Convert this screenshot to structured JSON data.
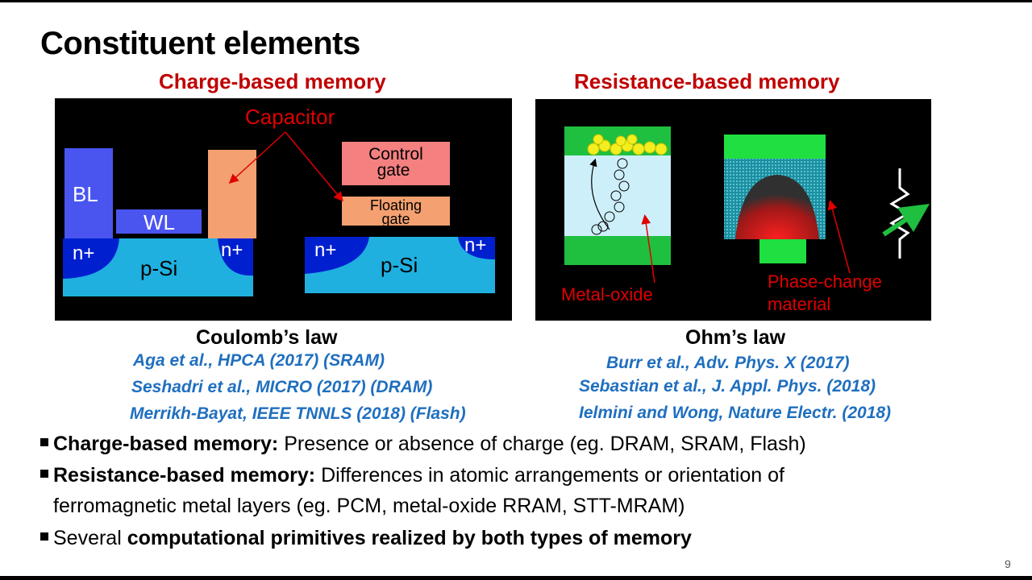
{
  "slide": {
    "title": "Constituent elements",
    "page_number": "9"
  },
  "charge": {
    "heading": "Charge-based memory",
    "law": "Coulomb’s law",
    "diagram": {
      "capacitor": "Capacitor",
      "bl": "BL",
      "wl": "WL",
      "n_plus": "n+",
      "psi": "p-Si",
      "control_gate_1": "Control",
      "control_gate_2": "gate",
      "floating_gate_1": "Floating",
      "floating_gate_2": "gate"
    },
    "refs": [
      "Aga et al., HPCA (2017) (SRAM)",
      "Seshadri et al., MICRO (2017) (DRAM)",
      "Merrikh-Bayat, IEEE TNNLS (2018) (Flash)"
    ]
  },
  "resistance": {
    "heading": "Resistance-based memory",
    "law": "Ohm’s law",
    "diagram": {
      "metal_oxide": "Metal-oxide",
      "phase_change_1": "Phase-change",
      "phase_change_2": "material"
    },
    "refs": [
      "Burr et al., Adv. Phys. X (2017)",
      "Sebastian et al., J. Appl. Phys. (2018)",
      "Ielmini and Wong, Nature Electr. (2018)"
    ]
  },
  "bullets": [
    {
      "bold": "Charge-based memory:",
      "text": " Presence or absence of charge (eg. DRAM, SRAM, Flash)"
    },
    {
      "bold": "Resistance-based memory:",
      "text": " Differences in atomic arrangements or orientation of",
      "text2": "ferromagnetic metal layers (eg. PCM, metal-oxide RRAM, STT-MRAM)"
    },
    {
      "pre": "Several ",
      "bold": "computational primitives realized by both types of memory"
    }
  ],
  "colors": {
    "heading_red": "#c00000",
    "reference_blue": "#1f6fbf",
    "bitline_blue": "#4a55f0",
    "substrate_cyan": "#1fb0e0",
    "n_plus_blue": "#0020d0",
    "capacitor_orange": "#f4a070",
    "control_gate_pink": "#f48080",
    "electrode_green": "#1fbf3f",
    "oxide_light_blue": "#cdeffa"
  }
}
